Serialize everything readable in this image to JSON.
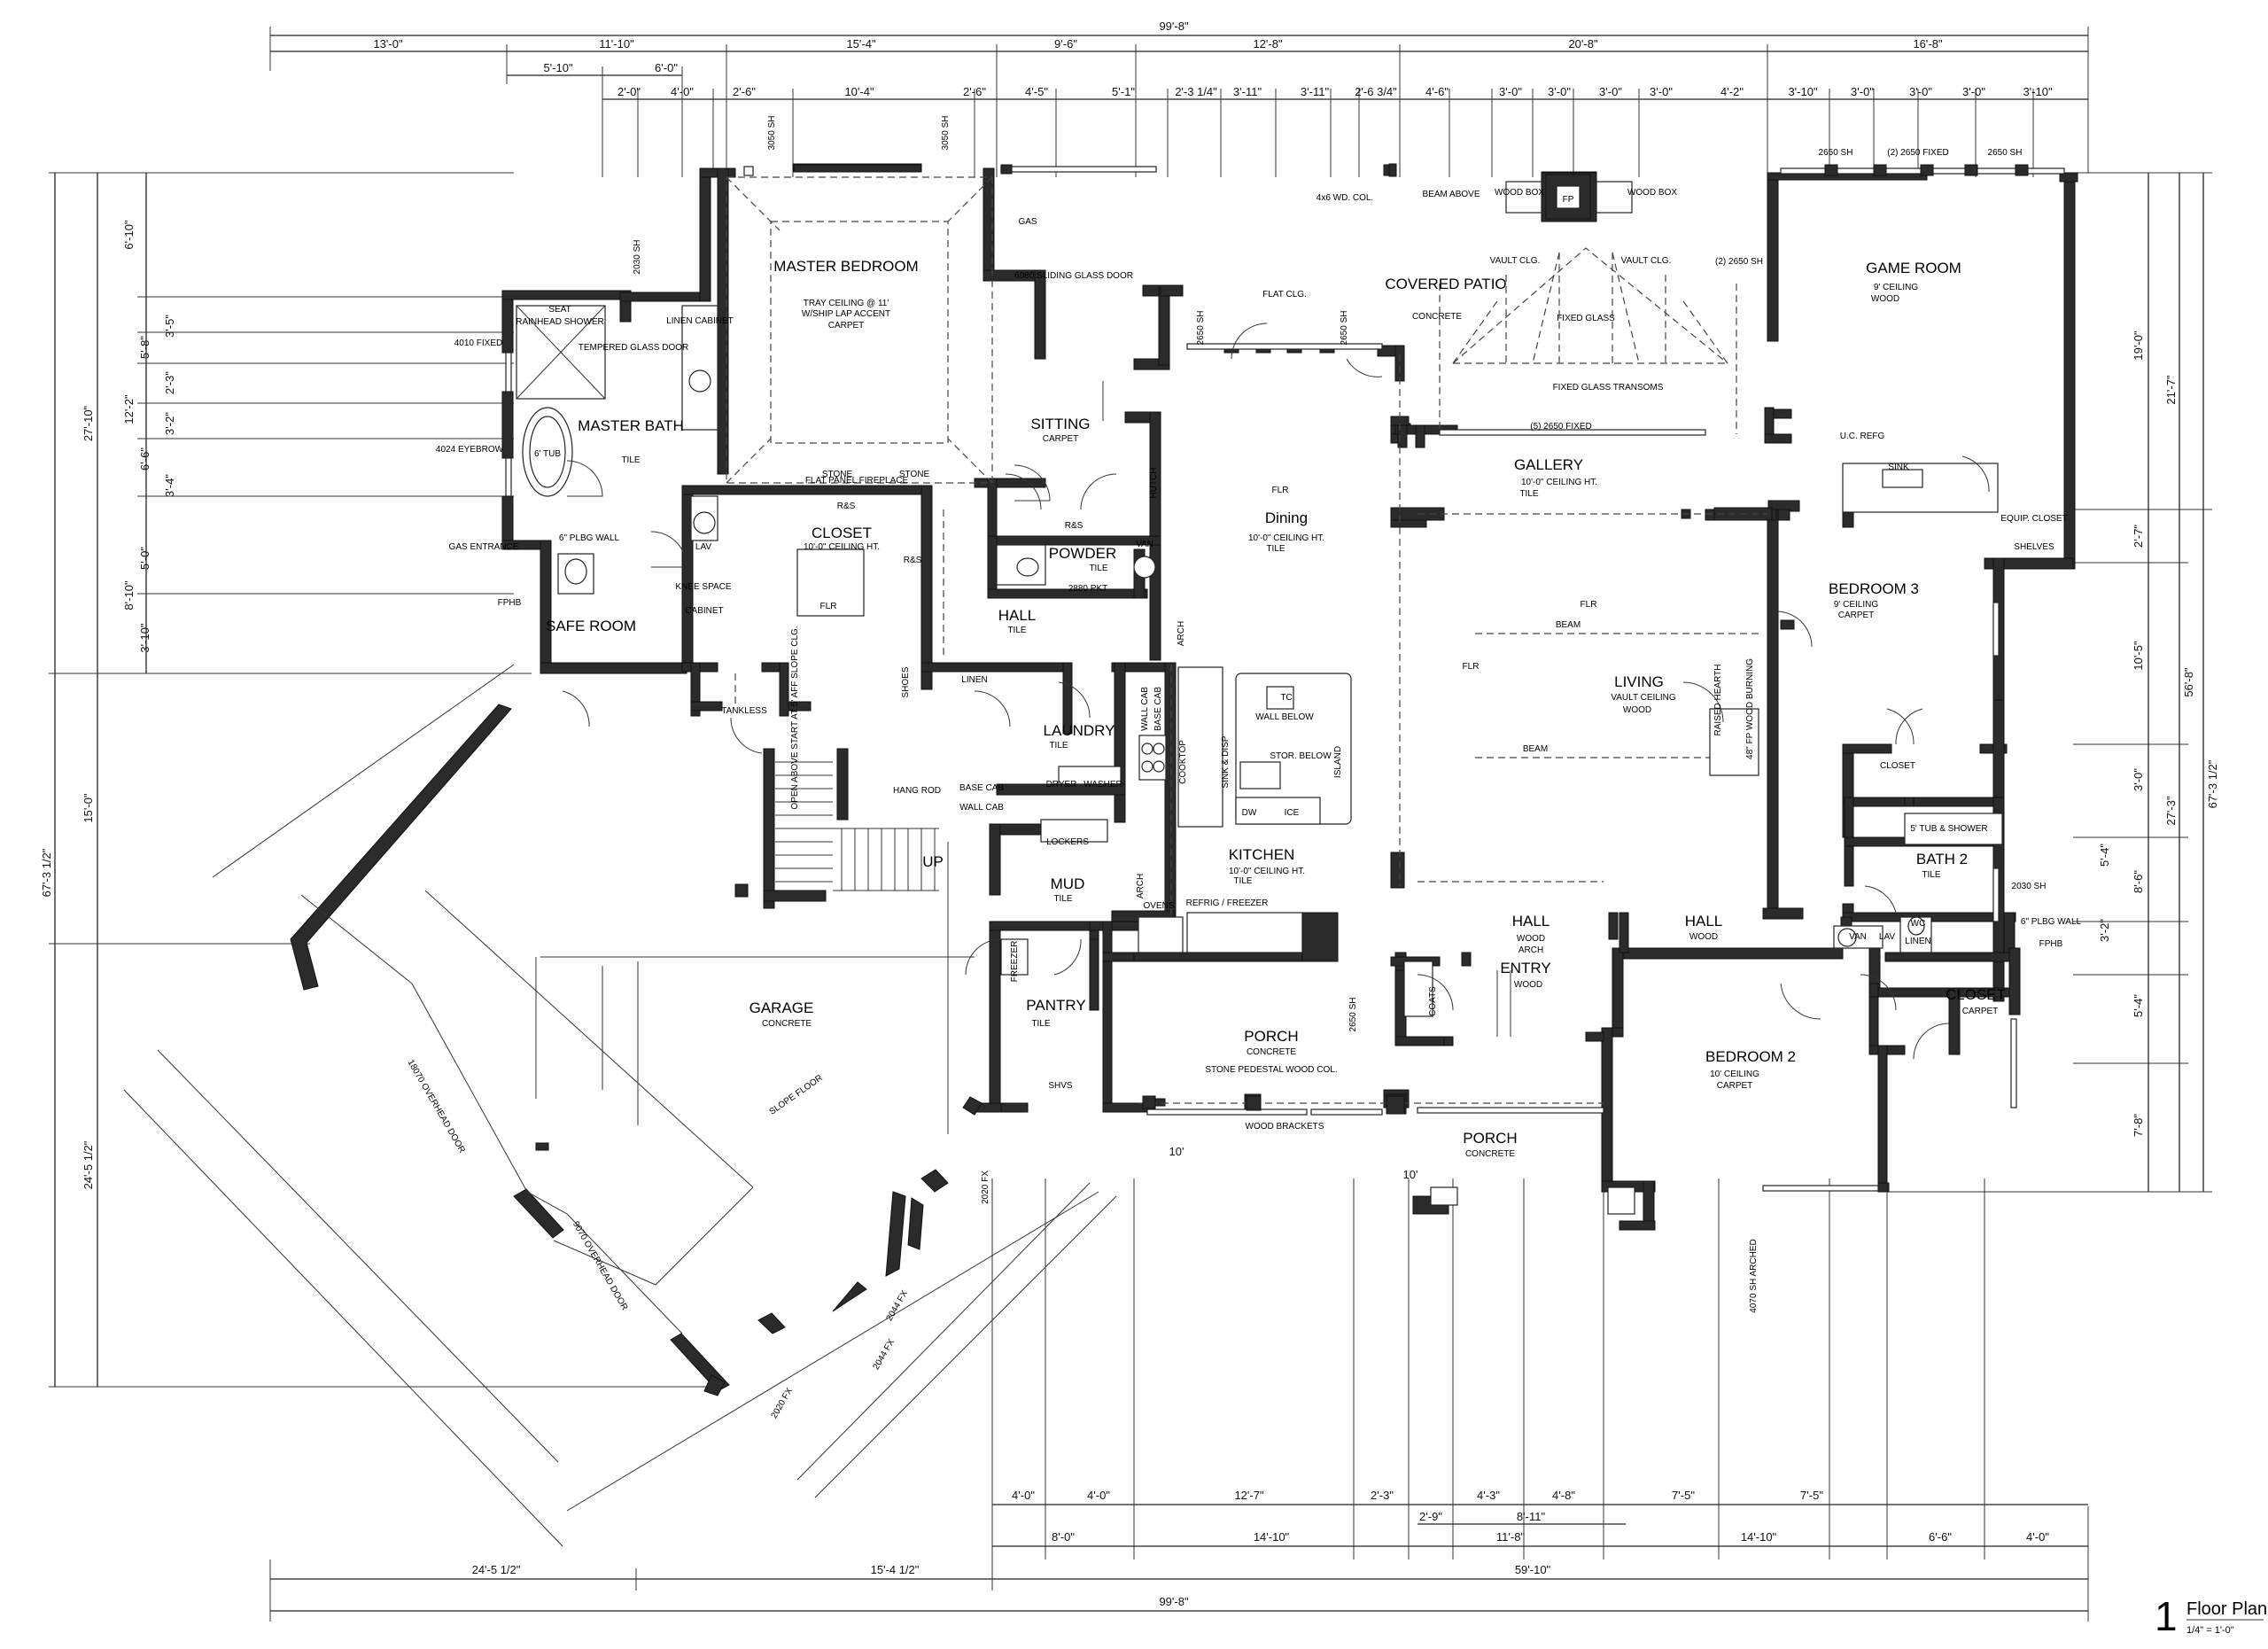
{
  "rooms": [
    {
      "id": "master-bedroom",
      "name": "MASTER BEDROOM",
      "lines": [
        "TRAY CEILING @ 11'",
        "W/SHIP LAP ACCENT",
        "CARPET"
      ]
    },
    {
      "id": "master-bath",
      "name": "MASTER BATH",
      "lines": [
        "TILE"
      ]
    },
    {
      "id": "closet-master",
      "name": "CLOSET",
      "lines": [
        "10'-0\" CEILING HT."
      ]
    },
    {
      "id": "sitting",
      "name": "SITTING",
      "lines": [
        "CARPET"
      ]
    },
    {
      "id": "powder",
      "name": "POWDER",
      "lines": [
        "TILE"
      ]
    },
    {
      "id": "hall-1",
      "name": "HALL",
      "lines": [
        "TILE"
      ]
    },
    {
      "id": "safe-room",
      "name": "SAFE ROOM",
      "lines": []
    },
    {
      "id": "laundry",
      "name": "LAUNDRY",
      "lines": [
        "TILE"
      ]
    },
    {
      "id": "mud",
      "name": "MUD",
      "lines": [
        "TILE"
      ]
    },
    {
      "id": "pantry",
      "name": "PANTRY",
      "lines": [
        "TILE"
      ]
    },
    {
      "id": "garage",
      "name": "GARAGE",
      "lines": [
        "CONCRETE"
      ]
    },
    {
      "id": "dining",
      "name": "Dining",
      "lines": [
        "10'-0\" CEILING HT.",
        "TILE"
      ]
    },
    {
      "id": "kitchen",
      "name": "KITCHEN",
      "lines": [
        "10'-0\" CEILING HT.",
        "TILE"
      ]
    },
    {
      "id": "covered-patio",
      "name": "COVERED PATIO",
      "lines": [
        "CONCRETE"
      ]
    },
    {
      "id": "gallery",
      "name": "GALLERY",
      "lines": [
        "10'-0\" CEILING HT.",
        "TILE"
      ]
    },
    {
      "id": "living",
      "name": "LIVING",
      "lines": [
        "VAULT CEILING",
        "WOOD"
      ]
    },
    {
      "id": "game-room",
      "name": "GAME ROOM",
      "lines": [
        "9' CEILING",
        "WOOD"
      ]
    },
    {
      "id": "bedroom-3",
      "name": "BEDROOM 3",
      "lines": [
        "9' CEILING",
        "CARPET"
      ]
    },
    {
      "id": "bath-2",
      "name": "BATH 2",
      "lines": [
        "TILE"
      ]
    },
    {
      "id": "closet-b2",
      "name": "CLOSET",
      "lines": [
        "CARPET"
      ]
    },
    {
      "id": "bedroom-2",
      "name": "BEDROOM 2",
      "lines": [
        "10' CEILING",
        "CARPET"
      ]
    },
    {
      "id": "hall-2",
      "name": "HALL",
      "lines": [
        "WOOD",
        "ARCH"
      ]
    },
    {
      "id": "hall-3",
      "name": "HALL",
      "lines": [
        "WOOD"
      ]
    },
    {
      "id": "entry",
      "name": "ENTRY",
      "lines": [
        "WOOD"
      ]
    },
    {
      "id": "porch-1",
      "name": "PORCH",
      "lines": [
        "CONCRETE"
      ]
    },
    {
      "id": "porch-2",
      "name": "PORCH",
      "lines": [
        "CONCRETE"
      ]
    }
  ],
  "dims_top": {
    "overall": "99'-8\"",
    "row1": [
      "13'-0\"",
      "11'-10\"",
      "15'-4\"",
      "9'-6\"",
      "12'-8\"",
      "20'-8\"",
      "16'-8\""
    ],
    "row2": [
      "5'-10\"",
      "6'-0\""
    ],
    "row3": [
      "2'-0\"",
      "4'-0\"",
      "2'-6\"",
      "10'-4\"",
      "2'-6\"",
      "4'-5\"",
      "5'-1\"",
      "2'-3 1/4\"",
      "3'-11\"",
      "3'-11\"",
      "2'-6 3/4\"",
      "4'-6\"",
      "3'-0\"",
      "3'-0\"",
      "3'-0\"",
      "3'-0\"",
      "4'-2\"",
      "3'-10\"",
      "3'-0\"",
      "3'-0\"",
      "3'-0\"",
      "3'-10\""
    ]
  },
  "dims_bottom": {
    "overall": "99'-8\"",
    "row_a": [
      "24'-5 1/2\"",
      "15'-4 1/2\"",
      "59'-10\""
    ],
    "row_b": [
      "8'-0\"",
      "14'-10\"",
      "11'-8\"",
      "14'-10\"",
      "6'-6\"",
      "4'-0\""
    ],
    "row_c": [
      "4'-0\"",
      "4'-0\"",
      "12'-7\"",
      "2'-3\"",
      "4'-3\"",
      "4'-8\"",
      "7'-5\"",
      "7'-5\""
    ],
    "row_d": [
      "2'-9\"",
      "8'-11\""
    ]
  },
  "dims_left": {
    "overall": "67'-3 1/2\"",
    "parts": [
      "27'-10\"",
      "15'-0\"",
      "24'-5 1/2\""
    ],
    "details": [
      "6'-10\"",
      "3'-5\"",
      "5'-8\"",
      "2'-3\"",
      "12'-2\"",
      "3'-2\"",
      "6'-6\"",
      "3'-4\"",
      "5'-0\"",
      "8'-10\"",
      "3'-10\""
    ]
  },
  "dims_right": {
    "overall": "67'-3 1/2\"",
    "total2": "56'-8\"",
    "parts": [
      "19'-0\"",
      "21'-7\"",
      "2'-7\"",
      "10'-5\"",
      "27'-3\"",
      "3'-0\"",
      "5'-4\"",
      "8'-6\"",
      "3'-2\"",
      "5'-4\"",
      "7'-8\""
    ]
  },
  "labels": [
    "4010 FIXED",
    "4024 EYEBROW",
    "GAS ENTRANCE",
    "FPHB",
    "2030 SH",
    "3050 SH",
    "3050 SH",
    "6080 SLIDING GLASS DOOR",
    "GAS",
    "2650 SH",
    "2650 SH",
    "FLAT CLG.",
    "VAULT CLG.",
    "VAULT CLG.",
    "FIXED GLASS",
    "FIXED GLASS TRANSOMS",
    "(5) 2650 FIXED",
    "WOOD BOX",
    "WOOD BOX",
    "FP",
    "BEAM ABOVE",
    "4x6 WD. COL.",
    "2650 SH",
    "(2) 2650 FIXED",
    "2650 SH",
    "(2) 2650 SH",
    "SEAT",
    "RAINHEAD SHOWER",
    "TEMPERED GLASS DOOR",
    "6' TUB",
    "LINEN CABINET",
    "6\" PLBG WALL",
    "KNEE SPACE",
    "LAV",
    "CABINET",
    "FLAT PANEL FIREPLACE",
    "STONE",
    "STONE",
    "R&S",
    "R&S",
    "R&S",
    "TANKLESS",
    "OPEN ABOVE START AT 5' AFF SLOPE CLG.",
    "HANG ROD",
    "BASE CAB",
    "WALL CAB",
    "DRYER",
    "WASHER",
    "LOCKERS",
    "LINEN",
    "SHOES",
    "WALL CAB",
    "BASE CAB",
    "COOKTOP",
    "SINK & DISP",
    "DW",
    "ICE",
    "TC",
    "WALL BELOW",
    "STOR. BELOW",
    "ISLAND",
    "REFRIG / FREEZER",
    "OVENS",
    "FREEZER",
    "SHVS",
    "2880 PKT",
    "VAN",
    "HUTCH",
    "ARCH",
    "ARCH",
    "BEAM",
    "BEAM",
    "RAISED HEARTH",
    "48\" FP WOOD BURNING",
    "U.C. REFG",
    "SINK",
    "EQUIP. CLOSET",
    "SHELVES",
    "5' TUB & SHOWER",
    "VAN",
    "LAV",
    "WC",
    "LINEN",
    "6\" PLBG WALL",
    "FPHB",
    "2030 SH",
    "COATS",
    "STONE PEDESTAL WOOD COL.",
    "WOOD BRACKETS",
    "4070 SH ARCHED",
    "18070 OVERHEAD DOOR",
    "9070 OVERHEAD DOOR",
    "SLOPE FLOOR",
    "2020 FX",
    "2044 FX",
    "2044 FX",
    "2020 FX",
    "UP",
    "2650 SH",
    "CLOSET",
    "FLR",
    "FLR",
    "FLR",
    "FLR",
    "10'",
    "10'"
  ],
  "title": {
    "number": "1",
    "name": "Floor Plan",
    "scale": "1/4\" = 1'-0\""
  }
}
